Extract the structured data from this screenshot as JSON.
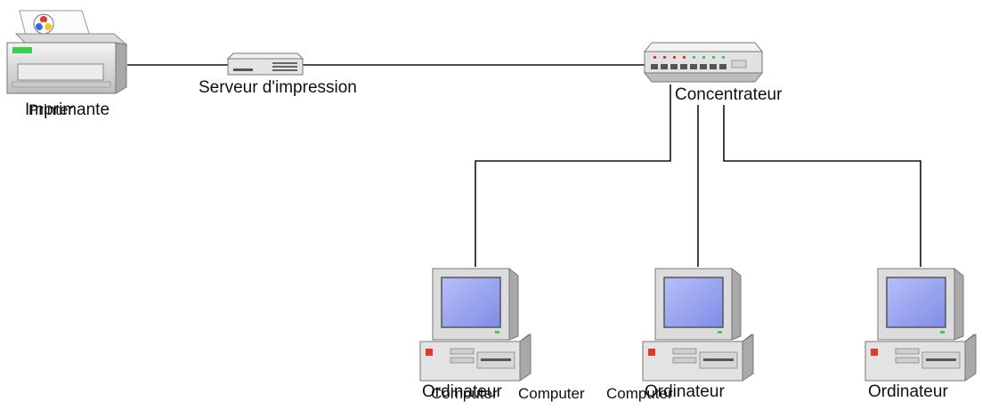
{
  "nodes": {
    "printer": {
      "label": "Imprimante",
      "overlay_label": "Printer"
    },
    "print_server": {
      "label": "Serveur d'impression"
    },
    "hub": {
      "label": "Concentrateur"
    },
    "computer_1": {
      "label": "Ordinateur",
      "overlay_label": "Computer"
    },
    "computer_2": {
      "label": "Ordinateur",
      "overlay_label": "Computer"
    },
    "computer_3": {
      "label": "Ordinateur",
      "overlay_label": "Computer"
    }
  },
  "colors": {
    "line": "#111111",
    "device_body": "#e8e8e8",
    "device_dark": "#9a9a9a",
    "screen": "#9aa6f2",
    "printer_led": "#3ccf4e",
    "pc_red": "#e0392b"
  },
  "icons": [
    "printer-icon",
    "print-server-icon",
    "hub-icon",
    "computer-icon"
  ]
}
